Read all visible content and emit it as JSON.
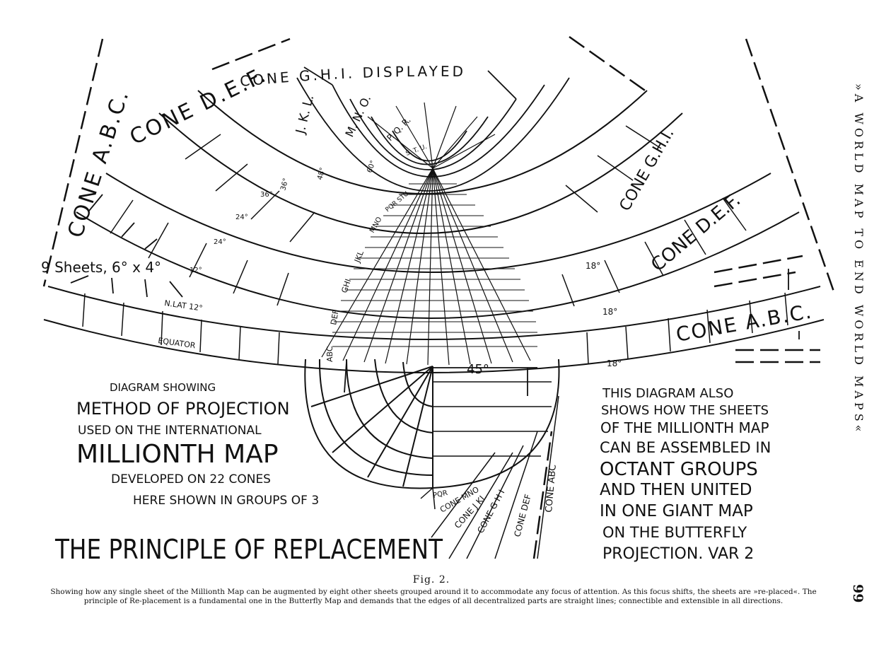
{
  "side_title": "»A WORLD MAP TO END WORLD MAPS«",
  "page_number": "99",
  "figure_label": "Fig. 2.",
  "caption": "Showing how any single sheet of the Millionth Map can be augmented by eight other sheets grouped around it to accommodate any focus of attention. As this focus shifts, the sheets are »re-placed«. The principle of Re-placement is a fundamental one in the Butterfly Map and demands that the edges of all decentralized parts are straight lines; connectible and extensible in all directions.",
  "left_text": {
    "line1": "DIAGRAM SHOWING",
    "line2": "METHOD OF PROJECTION",
    "line3": "USED ON THE INTERNATIONAL",
    "line4": "MILLIONTH MAP",
    "line5": "DEVELOPED ON 22 CONES",
    "line6": "HERE SHOWN IN GROUPS OF 3"
  },
  "main_title": "THE PRINCIPLE OF REPLACEMENT",
  "right_text": {
    "line1": "THIS DIAGRAM ALSO",
    "line2": "SHOWS HOW THE SHEETS",
    "line3": "OF THE MILLIONTH MAP",
    "line4": "CAN BE ASSEMBLED IN",
    "line5": "OCTANT GROUPS",
    "line6": "AND THEN UNITED",
    "line7": "IN ONE GIANT MAP",
    "line8": "ON THE BUTTERFLY",
    "line9": "PROJECTION. VAR 2"
  },
  "cone_labels": {
    "abc_left": "CONE A.B.C.",
    "def_left": "CONE D.E.F.",
    "ghi_top": "CONE G.H.I. DISPLAYED",
    "jkl": "J. K. L.",
    "mno": "M. N. O.",
    "pqr": "P. Q. R.",
    "stu": "S. T. U.",
    "ghi_right": "CONE G.H.I.",
    "def_right": "CONE D.E.F.",
    "abc_right": "CONE A.B.C.",
    "band_abc": "ABC",
    "band_def": "DEF",
    "band_ghi": "GHI",
    "band_jkl": "JKL",
    "band_mno": "MNO",
    "band_pqr": "PQR STU",
    "fan_pqr": "PQR",
    "fan_mno": "CONE MNO",
    "fan_jkl": "CONE J KL",
    "fan_ghi": "CONE G H I",
    "fan_def": "CONE DEF",
    "fan_abc": "CONE ABC"
  },
  "annotations": {
    "sheets": "9 Sheets, 6° x 4°",
    "nlat": "N.LAT 12°",
    "equator": "EQUATOR",
    "angle": "45°",
    "deg12": "12°",
    "deg24": "24°",
    "deg24b": "24°",
    "deg36": "36°",
    "deg36b": "36°",
    "deg48": "48°",
    "deg60": "60°",
    "deg18a": "18°",
    "deg18b": "18°",
    "deg18c": "18°"
  }
}
